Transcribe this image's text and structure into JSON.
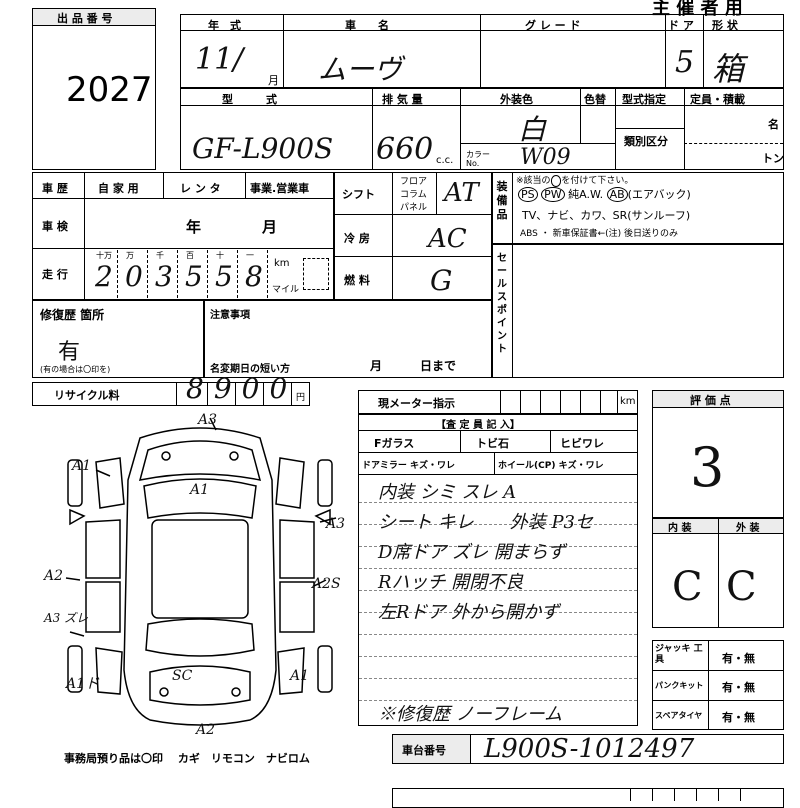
{
  "header": {
    "lot_number_label": "出 品 番 号",
    "lot_number": "2027",
    "top_right_label": "主 催 者 用"
  },
  "row1": {
    "year_label": "年　式",
    "model_label": "車　　名",
    "grade_label": "グ レ ー ド",
    "doors_label": "ド ア",
    "shape_label": "形 状",
    "year_value": "11/",
    "month_unit": "月",
    "model_value": "ムーヴ",
    "doors_value": "5",
    "shape_value": "箱"
  },
  "row2": {
    "type_label": "型　　　式",
    "displacement_label": "排 気 量",
    "exterior_color_label": "外装色",
    "color_change_label": "色替",
    "type_designation_label": "型式指定",
    "capacity_label": "定員・積載",
    "category_label": "類別区分",
    "persons_unit": "名",
    "ton_unit": "トン",
    "type_value": "GF-L900S",
    "displacement_value": "660",
    "cc_unit": "c.c.",
    "color_value": "白",
    "color_code_label": "カラー No.",
    "color_code_value": "W09"
  },
  "history": {
    "history_label": "車 歴",
    "private_label": "自 家 用",
    "rental_label": "レ ン タ",
    "business_label": "事業.営業車",
    "inspection_label": "車 検",
    "year_unit": "年",
    "month_unit": "月",
    "mileage_label": "走 行",
    "digit_labels": [
      "十万",
      "万",
      "千",
      "百",
      "十",
      "一"
    ],
    "mileage_digits": [
      "2",
      "0",
      "3",
      "5",
      "5",
      "8"
    ],
    "km_label": "km",
    "mile_label": "マイル"
  },
  "shift": {
    "shift_label": "シフト",
    "floor_label": "フロア",
    "column_label": "コラム",
    "panel_label": "パネル",
    "shift_value": "AT",
    "ac_label": "冷 房",
    "ac_value": "AC",
    "fuel_label": "燃 料",
    "fuel_value": "G"
  },
  "equipment": {
    "label": "装 備 品",
    "note": "※該当の",
    "note_tail": "を付けて下さい。",
    "line1": [
      "PS",
      "PW",
      "純A.W.",
      "AB",
      "(エアバック)"
    ],
    "line2": "TV、ナビ、カワ、SR(サンルーフ)",
    "line3": "ABS ・ 新車保証書←(注) 後日送りのみ"
  },
  "selling_points_label": "セールスポイント",
  "repair": {
    "label": "修復歴 箇所",
    "value": "有",
    "note": "(有の場合は〇印を)"
  },
  "notes": {
    "label": "注意事項",
    "deadline_label": "名変期日の短い方",
    "month_unit": "月",
    "day_until": "日まで"
  },
  "recycle": {
    "label": "リサイクル料",
    "value": "8900",
    "unit": "円"
  },
  "meter": {
    "label": "現メーター指示",
    "unit": "km"
  },
  "inspector": {
    "title": "【査 定 員 記 入】",
    "items": [
      "Fガラス",
      "トビ石",
      "ヒビワレ",
      "ドアミラー",
      "キズ",
      "ワレ",
      "ホイール(CP)",
      "キズ",
      "ワレ"
    ],
    "comments": [
      "内装 シミ スレ A",
      "シート キレ　　外装 P3セ",
      "D席ドア ズレ 開まらず",
      "Rハッチ 開閉不良",
      "左Rドア 外から開かず"
    ],
    "frame_note": "※修復歴 ノーフレーム"
  },
  "rating": {
    "label": "評 価 点",
    "score": "3",
    "interior_label": "内 装",
    "exterior_label": "外 装",
    "interior_grade": "C",
    "exterior_grade": "C"
  },
  "accessories": [
    {
      "label": "ジャッキ 工具",
      "value": "有・無"
    },
    {
      "label": "パンクキット",
      "value": "有・無"
    },
    {
      "label": "スペアタイヤ",
      "value": "有・無"
    }
  ],
  "diagram": {
    "annotations": [
      "A3",
      "A1",
      "A1",
      "A3",
      "A2",
      "A2S",
      "A3 ズレ",
      "A1ド",
      "SC",
      "A1",
      "A2"
    ],
    "footer": "事務局預り品は〇印　 カギ　リモコン　ナビロム"
  },
  "chassis": {
    "label": "車台番号",
    "value": "L900S-1012497"
  }
}
